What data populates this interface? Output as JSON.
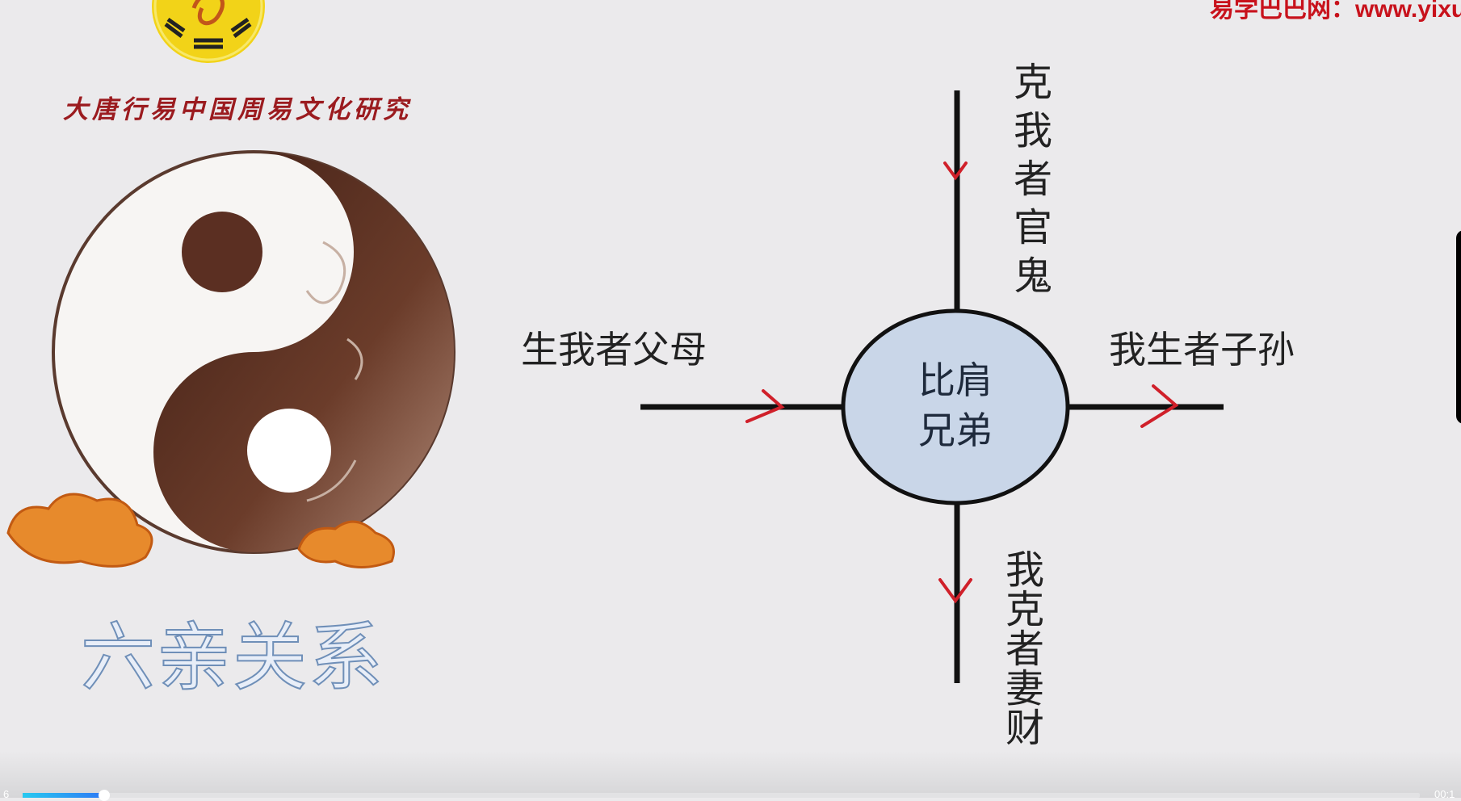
{
  "header": {
    "site_text": "易学巴巴网：www.yixue"
  },
  "logo": {
    "caption": "大唐行易中国周易文化研究"
  },
  "title": "六亲关系",
  "diagram": {
    "center": {
      "line1": "比肩",
      "line2": "兄弟"
    },
    "top_label": "克我者官鬼",
    "left_label": "生我者父母",
    "right_label": "我生者子孙",
    "bottom_label": "我克者妻财",
    "line_color": "#111111",
    "arrow_color": "#d0202a",
    "circle_fill": "#c9d6e8"
  },
  "player": {
    "elapsed": "6",
    "duration": "00:1",
    "progress_percent": 5.6,
    "accent": "#2d7cf5"
  }
}
